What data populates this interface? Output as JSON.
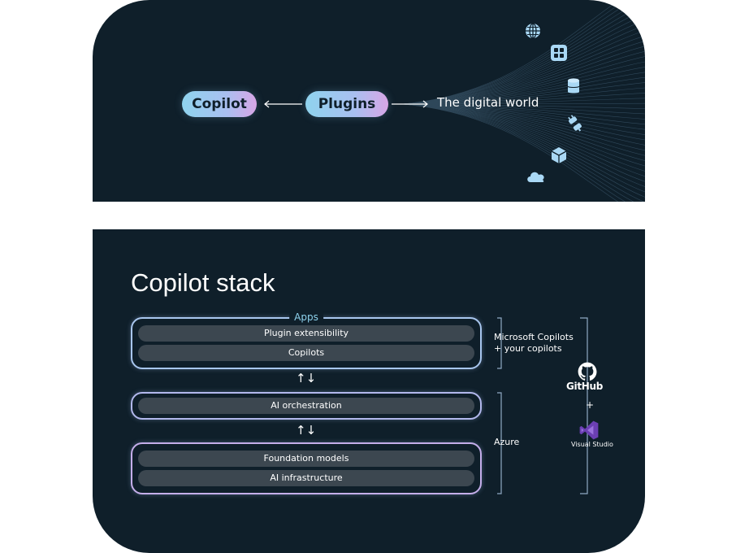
{
  "top": {
    "copilot_label": "Copilot",
    "plugins_label": "Plugins",
    "digital_world_label": "The digital world",
    "icons": [
      "globe-icon",
      "apps-grid-icon",
      "database-icon",
      "plug-icon",
      "cube-icon",
      "cloud-icon"
    ]
  },
  "stack": {
    "title": "Copilot stack",
    "apps_label": "Apps",
    "layers": {
      "plugin_extensibility": "Plugin extensibility",
      "copilots": "Copilots",
      "ai_orchestration": "AI orchestration",
      "foundation_models": "Foundation models",
      "ai_infrastructure": "AI infrastructure"
    },
    "arrows": "↑↓",
    "side": {
      "microsoft_copilots": "Microsoft Copilots",
      "your_copilots": "+ your copilots",
      "azure": "Azure",
      "github": "GitHub",
      "plus": "+",
      "visual_studio": "Visual Studio"
    }
  },
  "colors": {
    "background": "#0f1f2a",
    "pill_gradient_start": "#8fd3ee",
    "pill_gradient_end": "#d8a6e6",
    "bar": "#3c4750",
    "accent": "#8fd3ee",
    "visual_studio": "#8661c5"
  }
}
